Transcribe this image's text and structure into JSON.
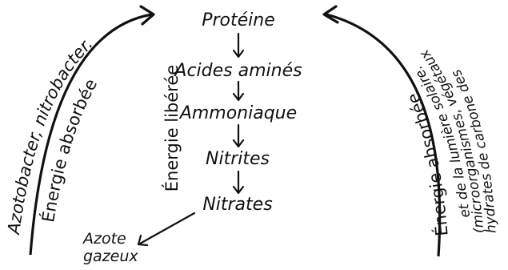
{
  "chain": {
    "steps": [
      "Protéine",
      "Acides aminés",
      "Ammoniaque",
      "Nitrites",
      "Nitrates"
    ],
    "branch": [
      "Azote",
      "gazeux"
    ]
  },
  "center_label": "Énergie libérée",
  "left_side": {
    "outer_label": "Azotobacter, nitrobacter.",
    "inner_label": "Énergie absorbée"
  },
  "right_side": {
    "outer_label": "Énergie absorbée",
    "detail_lines": [
      "(microorganismes, végétaux",
      "hydrates de carbone des",
      "et de la lumière solaire."
    ]
  },
  "colors": {
    "ink": "#111111",
    "background": "#ffffff"
  }
}
